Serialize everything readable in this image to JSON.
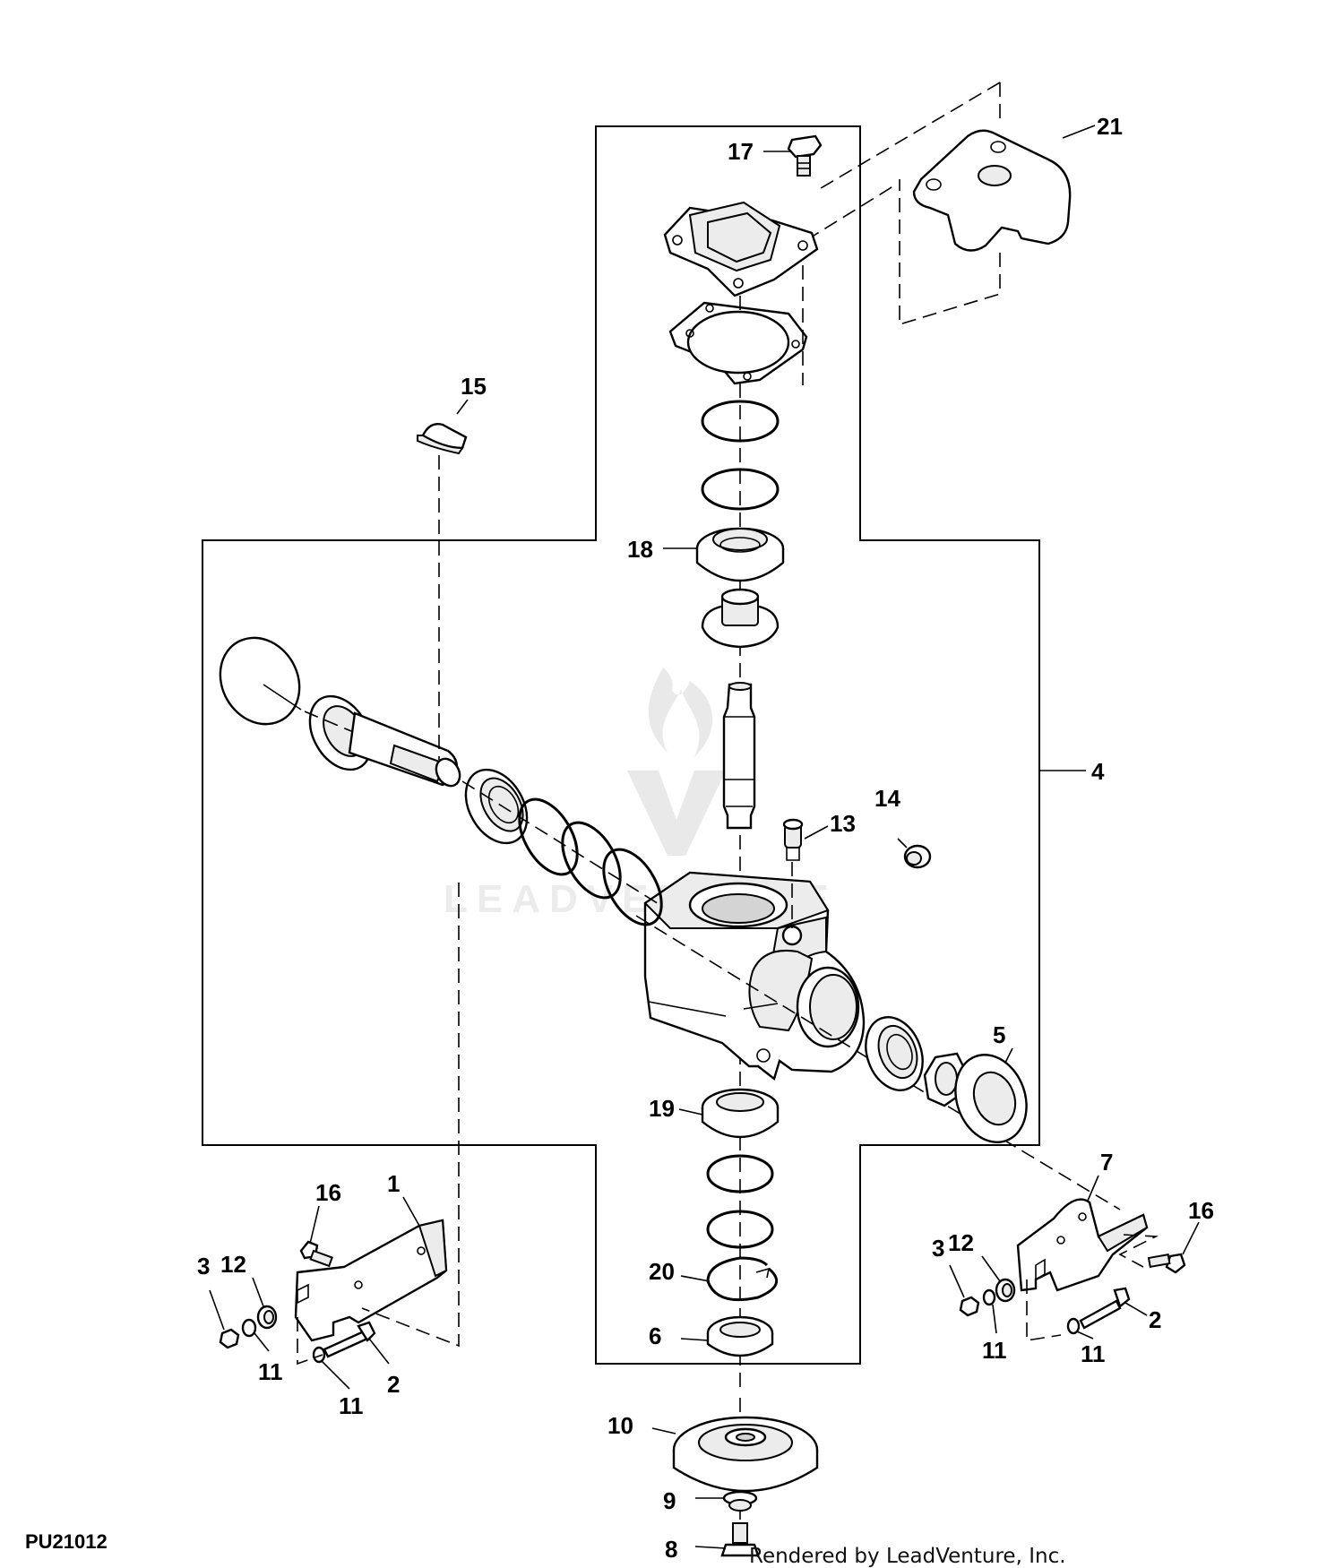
{
  "figure_id": "PU21012",
  "credit": "Rendered by LeadVenture, Inc.",
  "watermark": {
    "text": "LEADVENTURE",
    "color": "#e9e9e9"
  },
  "callouts": {
    "c1": "1",
    "c2a": "2",
    "c2b": "2",
    "c3a": "3",
    "c3b": "3",
    "c4": "4",
    "c5": "5",
    "c6": "6",
    "c7": "7",
    "c8": "8",
    "c9": "9",
    "c10": "10",
    "c11a": "11",
    "c11b": "11",
    "c11c": "11",
    "c11d": "11",
    "c12a": "12",
    "c12b": "12",
    "c13": "13",
    "c14": "14",
    "c15": "15",
    "c16a": "16",
    "c16b": "16",
    "c17": "17",
    "c18": "18",
    "c19": "19",
    "c20": "20",
    "c21": "21"
  }
}
